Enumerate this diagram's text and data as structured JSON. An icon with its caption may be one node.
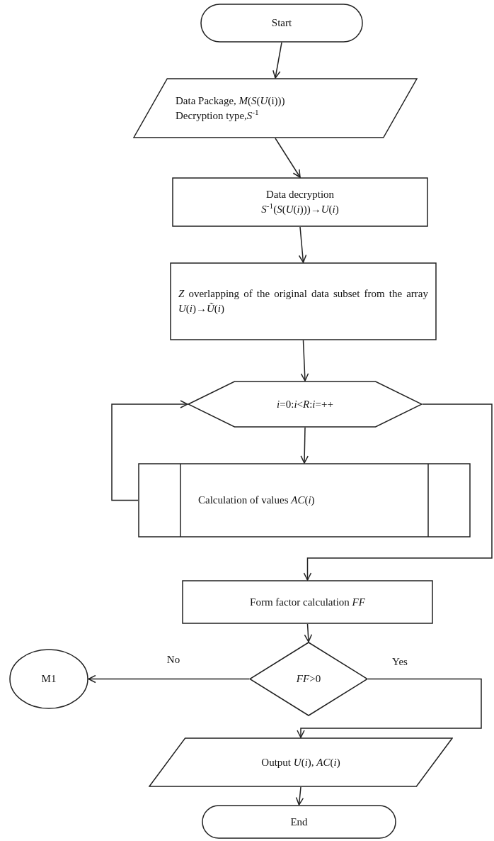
{
  "diagram": {
    "nodes": [
      {
        "text": [
          "Start"
        ]
      },
      {
        "text": [
          "Data Package, *M*(*S*(*U*(i)))",
          "Decryption type,*S*$^{-1}$"
        ]
      },
      {
        "text": [
          "Data decryption",
          "*S*$^{-1}$(*S*(*U*(*i*)))→*U*(*i*)"
        ]
      },
      {
        "text": [
          "*Z* overlapping of the original data subset from the array *U*(*i*)→*Ũ*(*i*)"
        ]
      },
      {
        "text": [
          "*i*=0:*i*<*R*:*i*=++"
        ]
      },
      {
        "text": [
          "Calculation of values *AC*(*i*)"
        ]
      },
      {
        "text": [
          "Form factor calculation *FF*"
        ]
      },
      {
        "text": [
          "*FF*>0"
        ]
      },
      {
        "text": [
          "M1"
        ]
      },
      {
        "text": [
          "Output *U*(*i*), *AC*(*i*)"
        ]
      },
      {
        "text": [
          "End"
        ]
      }
    ],
    "edges": [
      {
        "from": 0,
        "to": 1,
        "arrow": "to"
      },
      {
        "from": 1,
        "to": 2,
        "arrow": "to"
      },
      {
        "from": 2,
        "to": 3,
        "arrow": "to"
      },
      {
        "from": 3,
        "to": 4,
        "arrow": "to"
      },
      {
        "from": 4,
        "to": 5,
        "arrow": "to"
      },
      {
        "from": 5,
        "to": 4,
        "arrow": "to"
      },
      {
        "from": 4,
        "to": 6,
        "arrow": "to"
      },
      {
        "from": 6,
        "to": 7,
        "arrow": "to"
      },
      {
        "from": 7,
        "to": 8,
        "arrow": "to",
        "label": "No"
      },
      {
        "from": 7,
        "to": 9,
        "arrow": "to",
        "label": "Yes"
      },
      {
        "from": 9,
        "to": 10,
        "arrow": "to"
      }
    ]
  }
}
